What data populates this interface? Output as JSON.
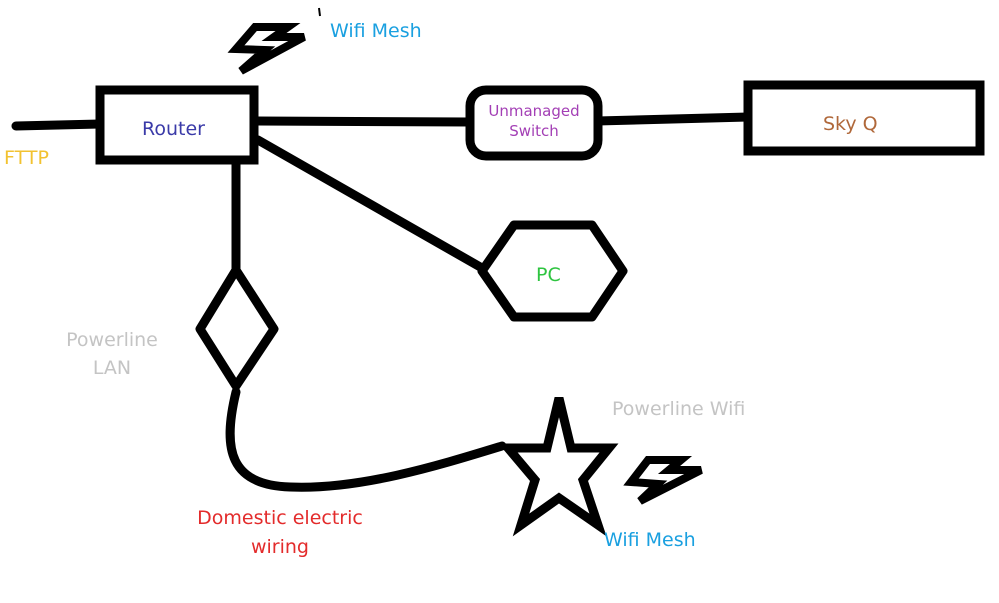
{
  "nodes": {
    "router": "Router",
    "switch_line1": "Unmanaged",
    "switch_line2": "Switch",
    "skyq": "Sky Q",
    "pc": "PC"
  },
  "labels": {
    "fttp": "FTTP",
    "wifi_mesh_top": "Wifi Mesh",
    "powerline_lan_line1": "Powerline",
    "powerline_lan_line2": "LAN",
    "powerline_wifi": "Powerline Wifi",
    "wiring_line1": "Domestic electric",
    "wiring_line2": "wiring",
    "wifi_mesh_bottom": "Wifi Mesh"
  },
  "colors": {
    "router": "#3a3aa8",
    "switch": "#a33fb5",
    "skyq": "#b0683a",
    "pc": "#2ec440",
    "fttp": "#f2c230",
    "wifi_mesh": "#1aa0e0",
    "powerline": "#c4c4c4",
    "wiring": "#e32b2b",
    "lines": "#000000"
  },
  "icons": [
    "lightning-bolt-icon",
    "star-icon",
    "diamond-icon",
    "hexagon-icon"
  ]
}
